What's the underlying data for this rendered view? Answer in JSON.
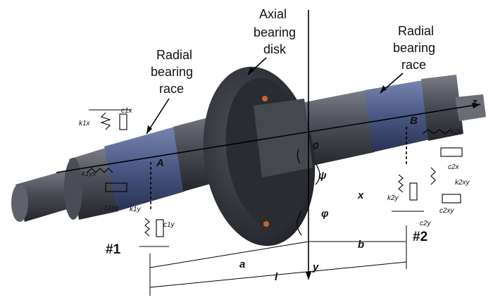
{
  "labels": {
    "axial_line1": "Axial",
    "axial_line2": "bearing",
    "axial_line3": "disk",
    "radial_left_line1": "Radial",
    "radial_left_line2": "bearing",
    "radial_left_line3": "race",
    "radial_right_line1": "Radial",
    "radial_right_line2": "bearing",
    "radial_right_line3": "race",
    "bearing1": "#1",
    "bearing2": "#2",
    "point_A": "A",
    "point_B": "B",
    "origin": "0",
    "axis_z": "z",
    "axis_x": "x",
    "axis_y": "y",
    "psi": "ψ",
    "phi": "φ",
    "dim_a": "a",
    "dim_b": "b",
    "dim_l": "l"
  },
  "springs": {
    "k1x": "k1x",
    "c1x": "c1x",
    "k1yx": "k1yx",
    "c1yx": "c1yx",
    "k1y": "k1y",
    "c1y": "c1y",
    "k2x": "k2x",
    "c2x": "c2x",
    "k2xy": "k2xy",
    "c2xy": "c2xy",
    "k2y": "k2y",
    "c2y": "c2y"
  },
  "colors": {
    "shaft_dark": "#3a3c42",
    "shaft_mid": "#5b5e66",
    "race_blue": "#4c5a86",
    "disk": "#2f3138",
    "bolt": "#c8642a"
  }
}
